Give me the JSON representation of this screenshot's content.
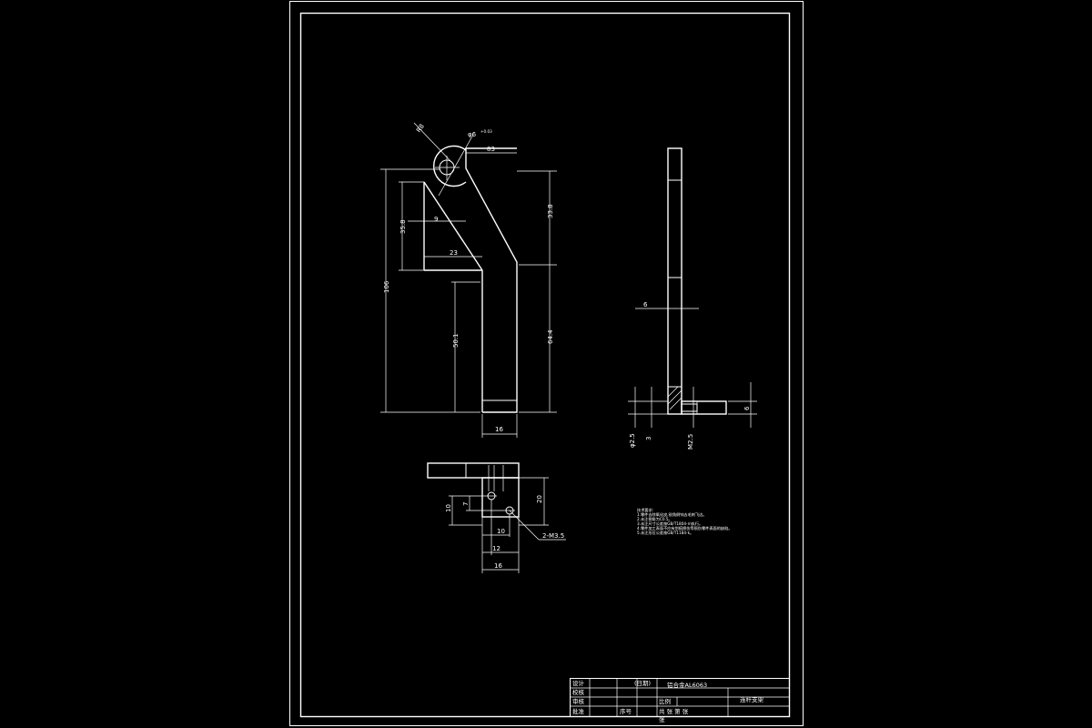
{
  "colors": {
    "background": "#000000",
    "line": "#ffffff"
  },
  "front_view": {
    "dims": {
      "overall_height": "106",
      "upper_height": "35.8",
      "right_upper": "33.8",
      "right_lower": "64.4",
      "lower_left": "50.1",
      "top_width": "83",
      "inner_width": "23",
      "hole_offset": "9",
      "bottom_width": "16",
      "hole_dia": "φ6",
      "hole_tol": "+0.03",
      "arc_radius": "R8"
    }
  },
  "side_view": {
    "dims": {
      "thickness": "6",
      "right_height": "6",
      "bottom_a": "φ2.5",
      "bottom_b": "3",
      "bottom_c": "M2.5"
    }
  },
  "bottom_view": {
    "dims": {
      "h10": "10",
      "h7": "7",
      "h20": "20",
      "w10": "10",
      "w12": "12",
      "w16": "16",
      "holes": "2-M3.5"
    }
  },
  "notes": {
    "title": "技术要求:",
    "lines": [
      "1.零件去除氧化皮,锐角倒钝去毛刺飞边。",
      "2.未注倒角为C0.5。",
      "3.未注尺寸公差按GB/T1804-m执行。",
      "4.零件加工表面不应有划痕擦伤等损伤零件表面的缺陷。",
      "5.未注形位公差按GB/T1184-k。"
    ]
  },
  "title_block": {
    "design": "设计",
    "check": "校核",
    "review": "审核",
    "approve": "批准",
    "date": "(日期)",
    "material": "铝合金AL6063",
    "ratio": "比例",
    "sheet": "共   张  第   张",
    "name": "连杆支架",
    "page_no": "序号",
    "scale_mark": "张"
  }
}
